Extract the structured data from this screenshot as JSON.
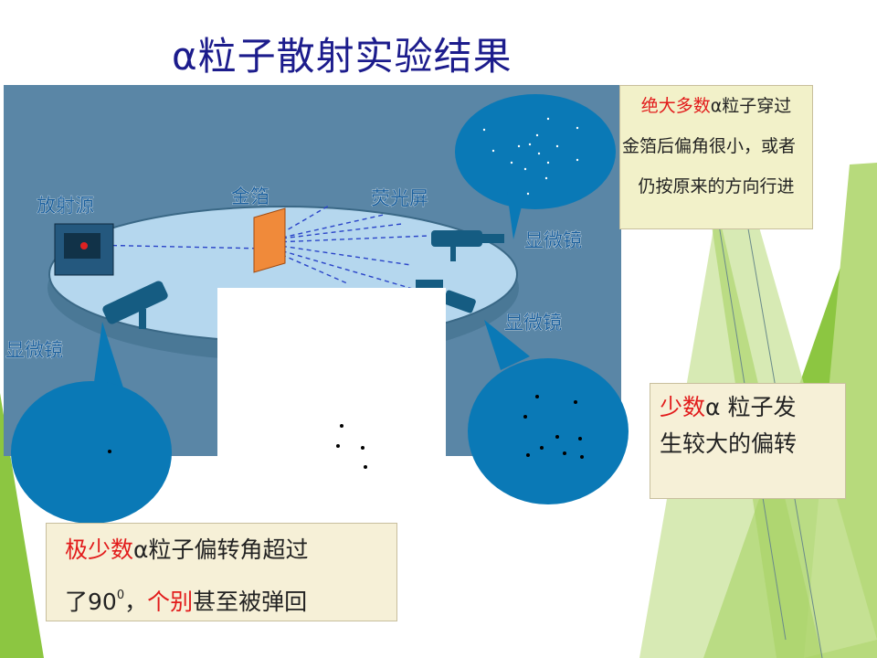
{
  "title": "α粒子散射实验结果",
  "diagram": {
    "labels": {
      "source": "放射源",
      "foil": "金箔",
      "screen": "荧光屏",
      "microscope_right_top": "显微镜",
      "microscope_right": "显微镜",
      "microscope_left": "显微镜"
    }
  },
  "callouts": {
    "most": {
      "highlight": "绝大多数",
      "line1_rest": "α粒子穿过",
      "line2": "金箔后偏角很小，或者",
      "line3": "仍按原来的方向行进"
    },
    "few": {
      "highlight": "少数",
      "line1_rest": "α 粒子发",
      "line2": "生较大的偏转"
    },
    "very_few": {
      "highlight": "极少数",
      "line1_rest": "α粒子偏转角超过",
      "line2_prefix": "了90",
      "line2_sup": "0",
      "line2_comma": "，",
      "line2_highlight": "个别",
      "line2_rest": "甚至被弹回"
    }
  },
  "colors": {
    "title": "#1c1c8c",
    "background_panel": "#5a86a6",
    "bubble": "#0a79b6",
    "highlight_red": "#e21b1b",
    "green_decor": "#8cc641"
  }
}
